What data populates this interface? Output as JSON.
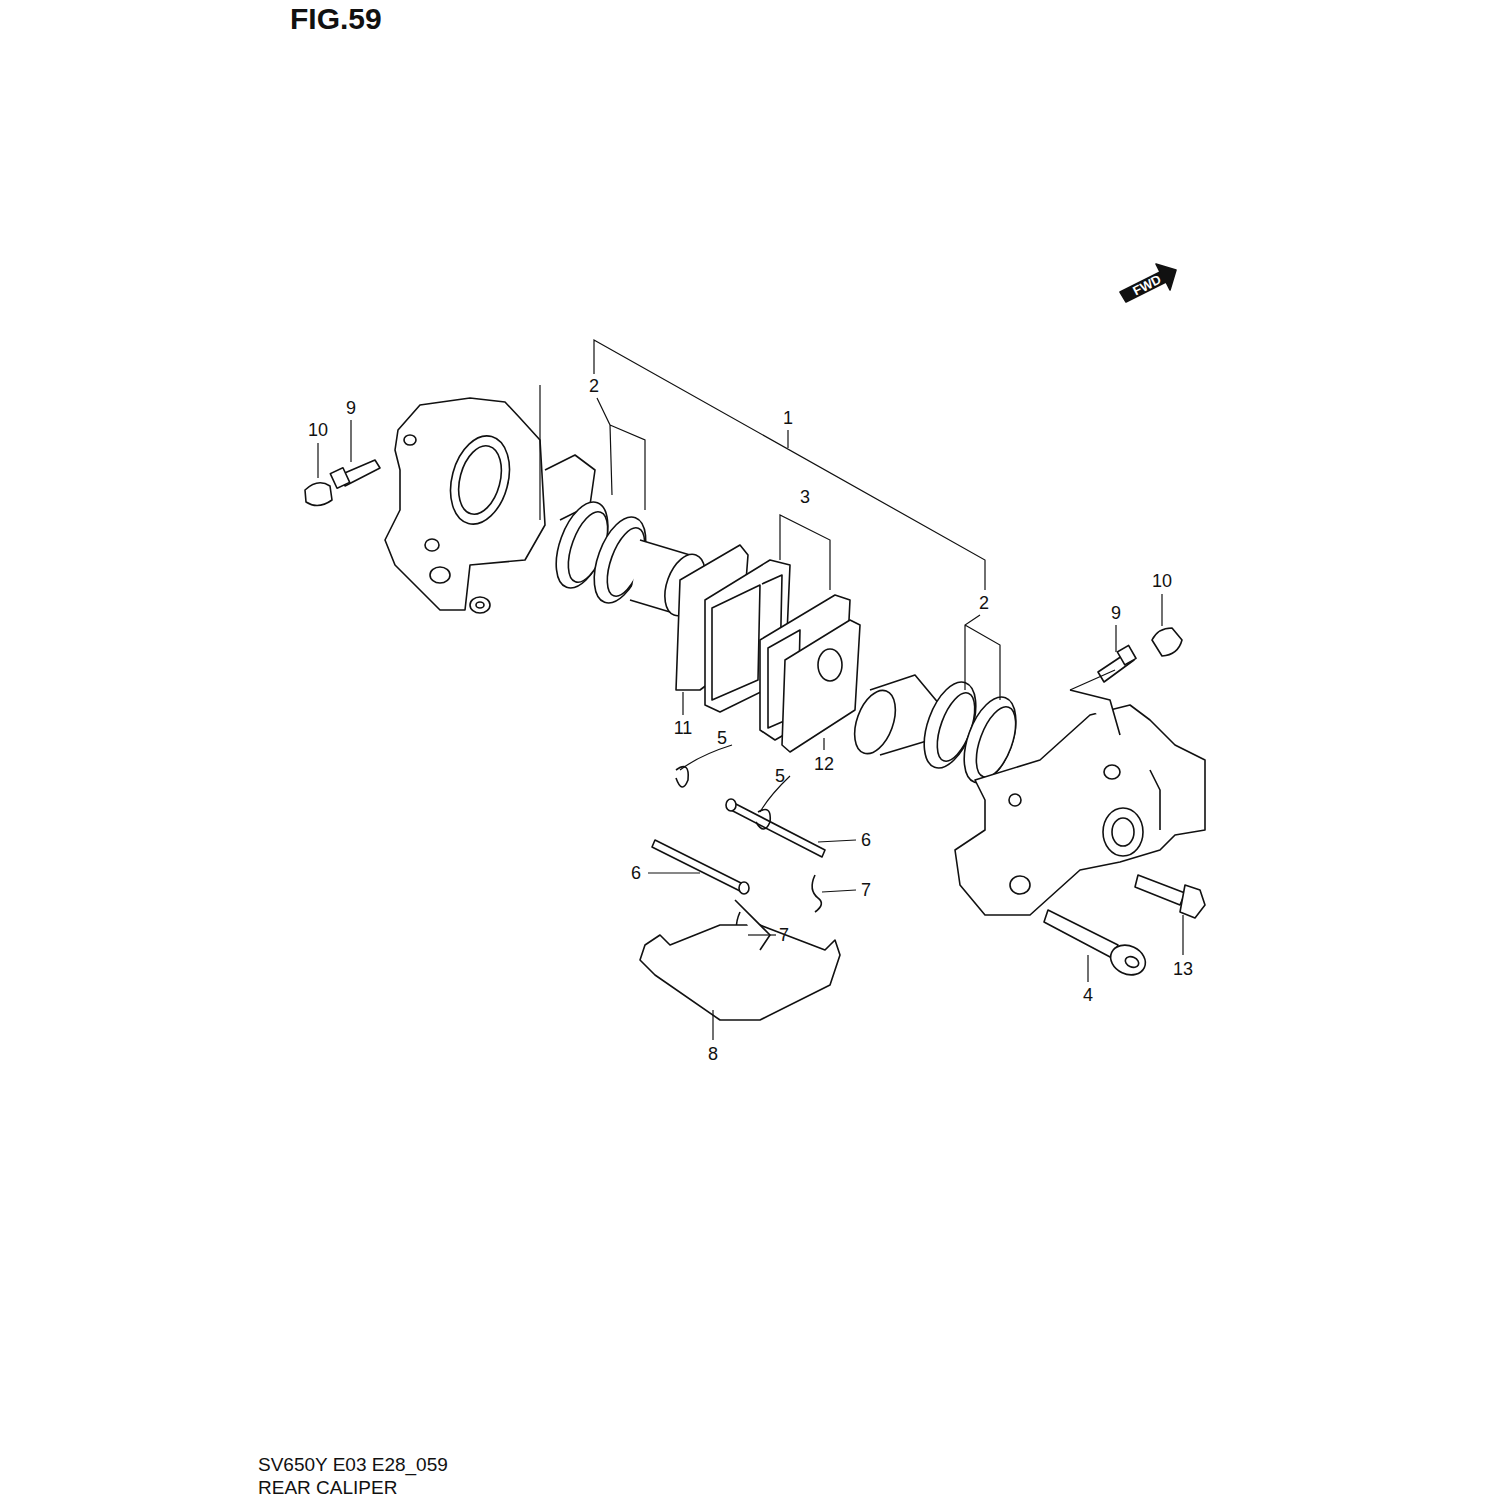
{
  "diagram": {
    "title": "FIG.59",
    "labels": [
      "10",
      "9",
      "2",
      "1",
      "3",
      "2",
      "10",
      "9",
      "11",
      "12",
      "5",
      "5",
      "6",
      "6",
      "7",
      "7",
      "4",
      "13",
      "8",
      "FWD",
      "SV650Y E03 E28_059",
      "REAR CALIPER"
    ]
  }
}
